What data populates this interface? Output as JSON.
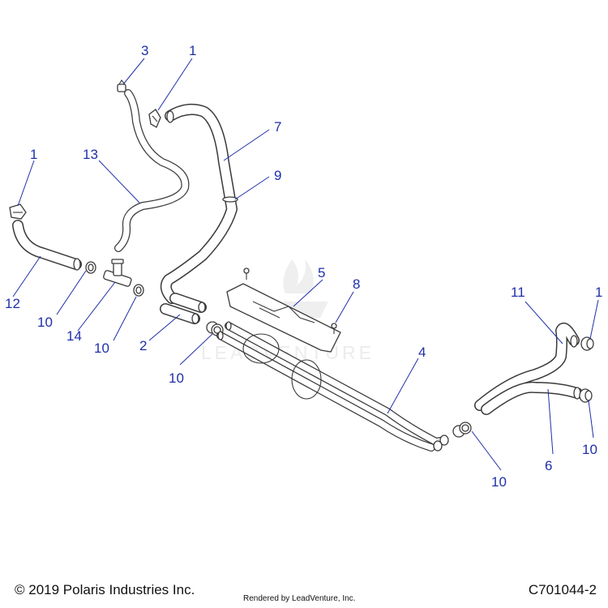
{
  "callouts": [
    {
      "label": "1"
    },
    {
      "label": "1"
    },
    {
      "label": "1"
    },
    {
      "label": "2"
    },
    {
      "label": "3"
    },
    {
      "label": "4"
    },
    {
      "label": "5"
    },
    {
      "label": "6"
    },
    {
      "label": "7"
    },
    {
      "label": "8"
    },
    {
      "label": "9"
    },
    {
      "label": "10"
    },
    {
      "label": "10"
    },
    {
      "label": "10"
    },
    {
      "label": "10"
    },
    {
      "label": "10"
    },
    {
      "label": "11"
    },
    {
      "label": "12"
    },
    {
      "label": "13"
    },
    {
      "label": "14"
    }
  ],
  "watermark": {
    "text": "LEADVENTURE"
  },
  "footer": {
    "copyright": "© 2019 Polaris Industries Inc.",
    "rendered_by": "Rendered by LeadVenture, Inc.",
    "diagram_id": "C701044-2"
  },
  "colors": {
    "callout": "#1f2fa8",
    "line_art": "#3a3a3a"
  }
}
